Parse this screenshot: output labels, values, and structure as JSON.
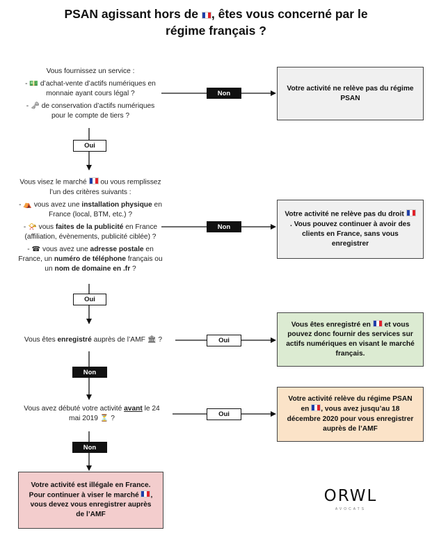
{
  "title": {
    "line1_pre": "PSAN agissant hors de",
    "line1_post": ", êtes vous concerné par le",
    "line2": "régime français ?"
  },
  "q1": {
    "intro": "Vous fournissez un service :",
    "item1_pre": "- 💵 d’achat-vente d’actifs numériques en",
    "item1_post": "monnaie ayant cours légal ?",
    "item2_pre": "- 🗝 de conservation d’actifs numériques",
    "item2_post": "pour le compte de tiers ?"
  },
  "q2": {
    "intro_pre": "Vous visez le marché",
    "intro_post": "ou vous remplissez",
    "intro_line2": "l’un des critères suivants :",
    "item1_a": "- ⛺ vous avez une",
    "item1_b": "installation physique",
    "item1_c": "en",
    "item1_d": "France (local, BTM, etc.) ?",
    "item2_a": "- 📯 vous",
    "item2_b": "faites de la publicité",
    "item2_c": "en France",
    "item2_d": "(affiliation, évènements, publicité ciblée) ?",
    "item3_a": "- ☎ vous avez une",
    "item3_b": "adresse postale",
    "item3_c": "en",
    "item3_d": "France, un",
    "item3_e": "numéro de téléphone",
    "item3_f": "français ou",
    "item3_g": "un",
    "item3_h": "nom de domaine en .fr",
    "item3_i": "?"
  },
  "q3": {
    "pre": "Vous êtes",
    "bold": "enregistré",
    "post": "auprès de l’AMF 🏛 ?"
  },
  "q4": {
    "pre": "Vous avez débuté votre activité",
    "underline": "avant",
    "post": "le 24",
    "line2": "mai 2019 ⏳ ?"
  },
  "outcomes": {
    "o1": "Votre activité ne relève pas du régime PSAN",
    "o2_pre": "Votre activité ne relève pas du droit",
    "o2_post": ". Vous pouvez continuer à avoir des clients en France, sans vous enregistrer",
    "o3_pre": "Vous êtes enregistré en",
    "o3_post": "et vous pouvez donc fournir des services sur actifs numériques en visant le marché français.",
    "o4_pre": "Votre activité relève du régime PSAN en",
    "o4_post": ", vous avez jusqu’au 18 décembre 2020 pour vous enregistrer auprès de l’AMF",
    "o5_pre": "Votre activité est illégale en France. Pour continuer à viser le marché",
    "o5_post": ", vous devez vous enregistrer auprès de l’AMF"
  },
  "labels": {
    "non1": "Non",
    "oui1": "Oui",
    "non2": "Non",
    "oui2": "Oui",
    "oui3": "Oui",
    "non3": "Non",
    "oui4": "Oui",
    "non4": "Non"
  },
  "logo": {
    "main": "ORWL",
    "sub": "AVOCATS"
  },
  "colors": {
    "label_dark": "#111111",
    "box_grey": "#f0f0f0",
    "box_green": "#dcebd2",
    "box_orange": "#fbe3c8",
    "box_pink": "#f3cdcd"
  },
  "icons": [
    "fr-flag-icon",
    "money-icon",
    "key-icon",
    "tent-icon",
    "horn-icon",
    "phone-icon",
    "bank-icon",
    "hourglass-icon",
    "arrow-icon"
  ]
}
